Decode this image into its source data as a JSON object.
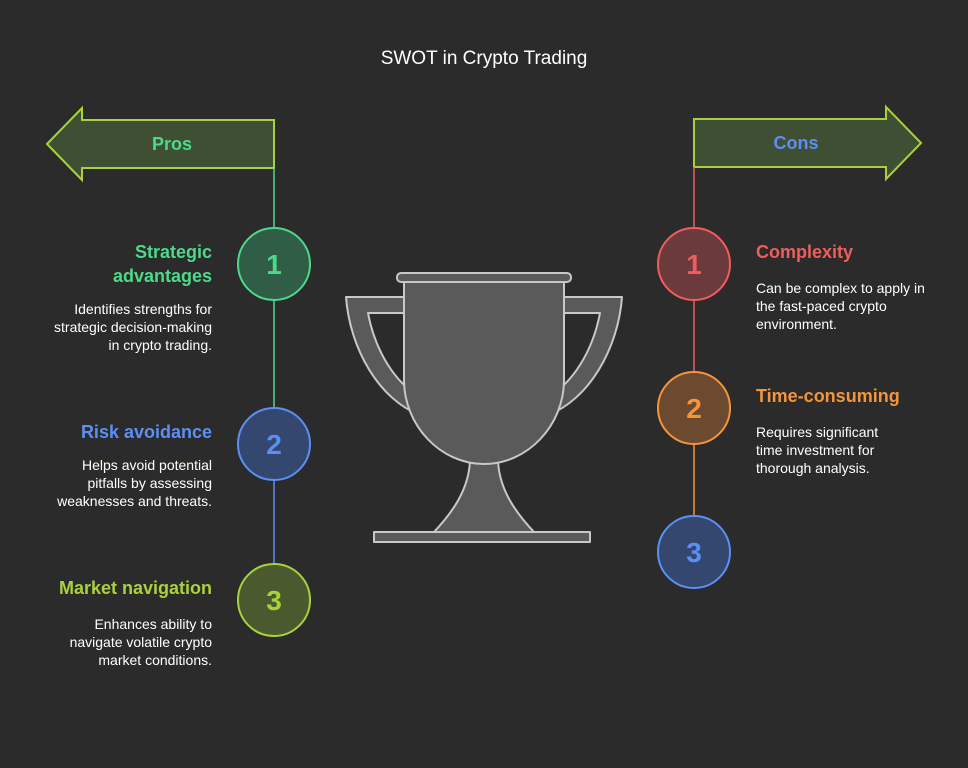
{
  "title": "SWOT in Crypto Trading",
  "colors": {
    "background": "#2b2b2b",
    "green": "#4cd98a",
    "blue": "#5b8ff5",
    "lime": "#a9d13b",
    "red": "#f25c5c",
    "orange": "#f5943b",
    "trophy_fill": "#5a5a5a",
    "trophy_stroke": "#c8c8c8",
    "arrow_fill": "#3f4f33",
    "arrow_stroke": "#a9d13b"
  },
  "pros": {
    "label": "Pros",
    "items": [
      {
        "number": "1",
        "title": "Strategic advantages",
        "description": "Identifies strengths for strategic decision-making in crypto trading."
      },
      {
        "number": "2",
        "title": "Risk avoidance",
        "description": "Helps avoid potential pitfalls by assessing weaknesses and threats."
      },
      {
        "number": "3",
        "title": "Market navigation",
        "description": "Enhances ability to navigate volatile crypto market conditions."
      }
    ]
  },
  "cons": {
    "label": "Cons",
    "items": [
      {
        "number": "1",
        "title": "Complexity",
        "description": "Can be complex to apply in the fast-paced crypto environment."
      },
      {
        "number": "2",
        "title": "Time-consuming",
        "description": "Requires significant time investment for thorough analysis."
      },
      {
        "number": "3",
        "title": "",
        "description": ""
      }
    ]
  },
  "icon": "trophy-icon"
}
